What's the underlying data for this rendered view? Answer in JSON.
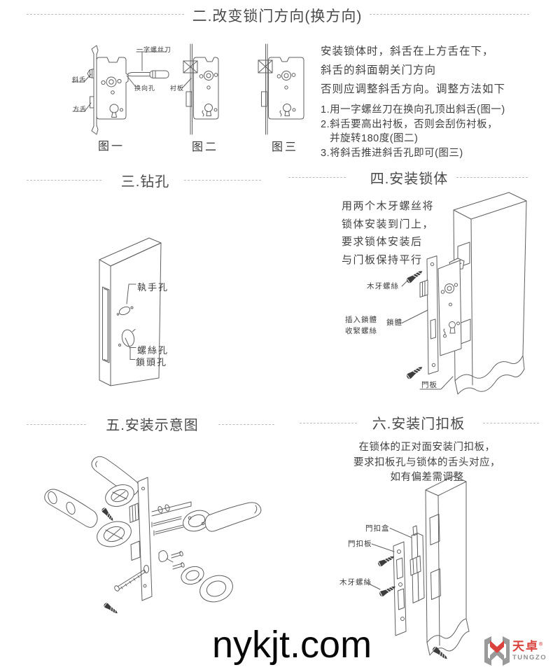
{
  "colors": {
    "line": "#606060",
    "logo_red": "#d9423d",
    "logo_gray": "#9a9a9a"
  },
  "section2": {
    "title": "二.改变锁门方向(换方向)",
    "fig1": {
      "caption": "图一",
      "label_screwdriver": "一字螺丝刀",
      "label_latch": "斜舌",
      "label_reverse_hole": "换向孔",
      "label_deadbolt": "方舌"
    },
    "fig2": {
      "caption": "图二",
      "label_plate": "衬板"
    },
    "fig3": {
      "caption": "图三"
    },
    "intro": [
      "安装锁体时，斜舌在上方舌在下，",
      "斜舌的斜面朝关门方向",
      "否则应调整斜舌方向。调整方法如下"
    ],
    "steps": [
      "1.用一字螺丝刀在换向孔顶出斜舌(图一)",
      "2.斜舌要高出衬板，否则会刮伤衬板，",
      "并旋转180度(图二)",
      "3.将斜舌推进斜舌孔即可(图三)"
    ]
  },
  "section3": {
    "title": "三.钻孔",
    "label_handle_hole": "執手孔",
    "label_screw_hole": "螺絲孔",
    "label_cylinder_hole": "鎖頭孔"
  },
  "section4": {
    "title": "四.安装锁体",
    "text": [
      "用两个木牙螺丝将",
      "锁体安装到门上，",
      "要求锁体安装后",
      "与门板保持平行"
    ],
    "label_wood_screw": "木牙螺絲",
    "label_insert_1": "插入鎖體",
    "label_insert_2": "收緊螺絲",
    "label_lock_body": "鎖體",
    "label_door_panel": "門板"
  },
  "section5": {
    "title": "五.安装示意图"
  },
  "section6": {
    "title": "六.安装门扣板",
    "text": [
      "在锁体的正对面安装门扣板，",
      "要求扣板孔与锁体的舌头对应，",
      "如有偏差需调整"
    ],
    "label_strike_box": "門扣盒",
    "label_strike_plate": "門扣板",
    "label_wood_screw": "木牙螺絲"
  },
  "footer": {
    "watermark": "nykjt.com",
    "logo_cn": "天卓",
    "logo_reg": "®",
    "logo_en": "TUNGZO"
  }
}
